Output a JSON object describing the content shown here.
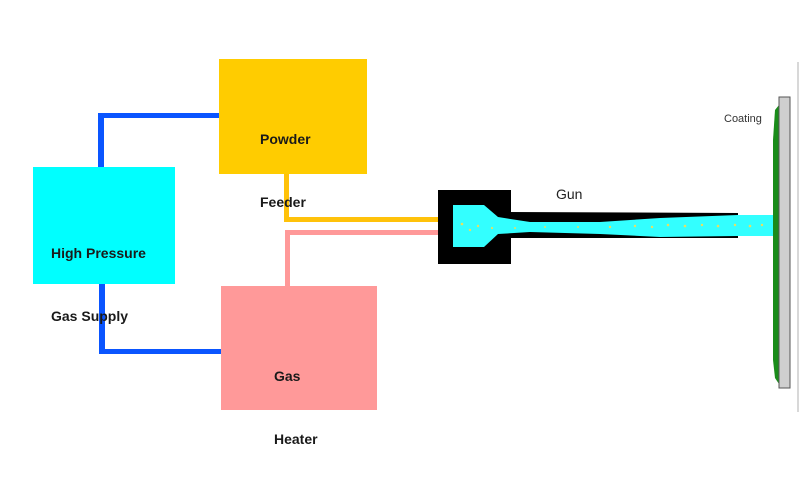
{
  "diagram": {
    "title": "Cold spray process schematic",
    "components": {
      "gas_supply": {
        "label_line1": "High Pressure",
        "label_line2": "Gas Supply",
        "color": "#00FFFF"
      },
      "powder_feeder": {
        "label_line1": "Powder",
        "label_line2": "Feeder",
        "color": "#FFCC00"
      },
      "gas_heater": {
        "label_line1": "Gas",
        "label_line2": "Heater",
        "color": "#FF9999"
      },
      "gun": {
        "label": "Gun",
        "body_color": "#000000",
        "jet_color": "#33FFFF"
      },
      "substrate": {
        "label": "Coating",
        "plate_color": "#C8C8C8",
        "coating_color": "#1A8C1A"
      }
    },
    "connections": [
      {
        "from": "gas_supply",
        "to": "powder_feeder",
        "color": "#0A55FF"
      },
      {
        "from": "gas_supply",
        "to": "gas_heater",
        "color": "#0A55FF"
      },
      {
        "from": "powder_feeder",
        "to": "gun",
        "color": "#FFC20A"
      },
      {
        "from": "gas_heater",
        "to": "gun",
        "color": "#FF9999"
      }
    ]
  }
}
